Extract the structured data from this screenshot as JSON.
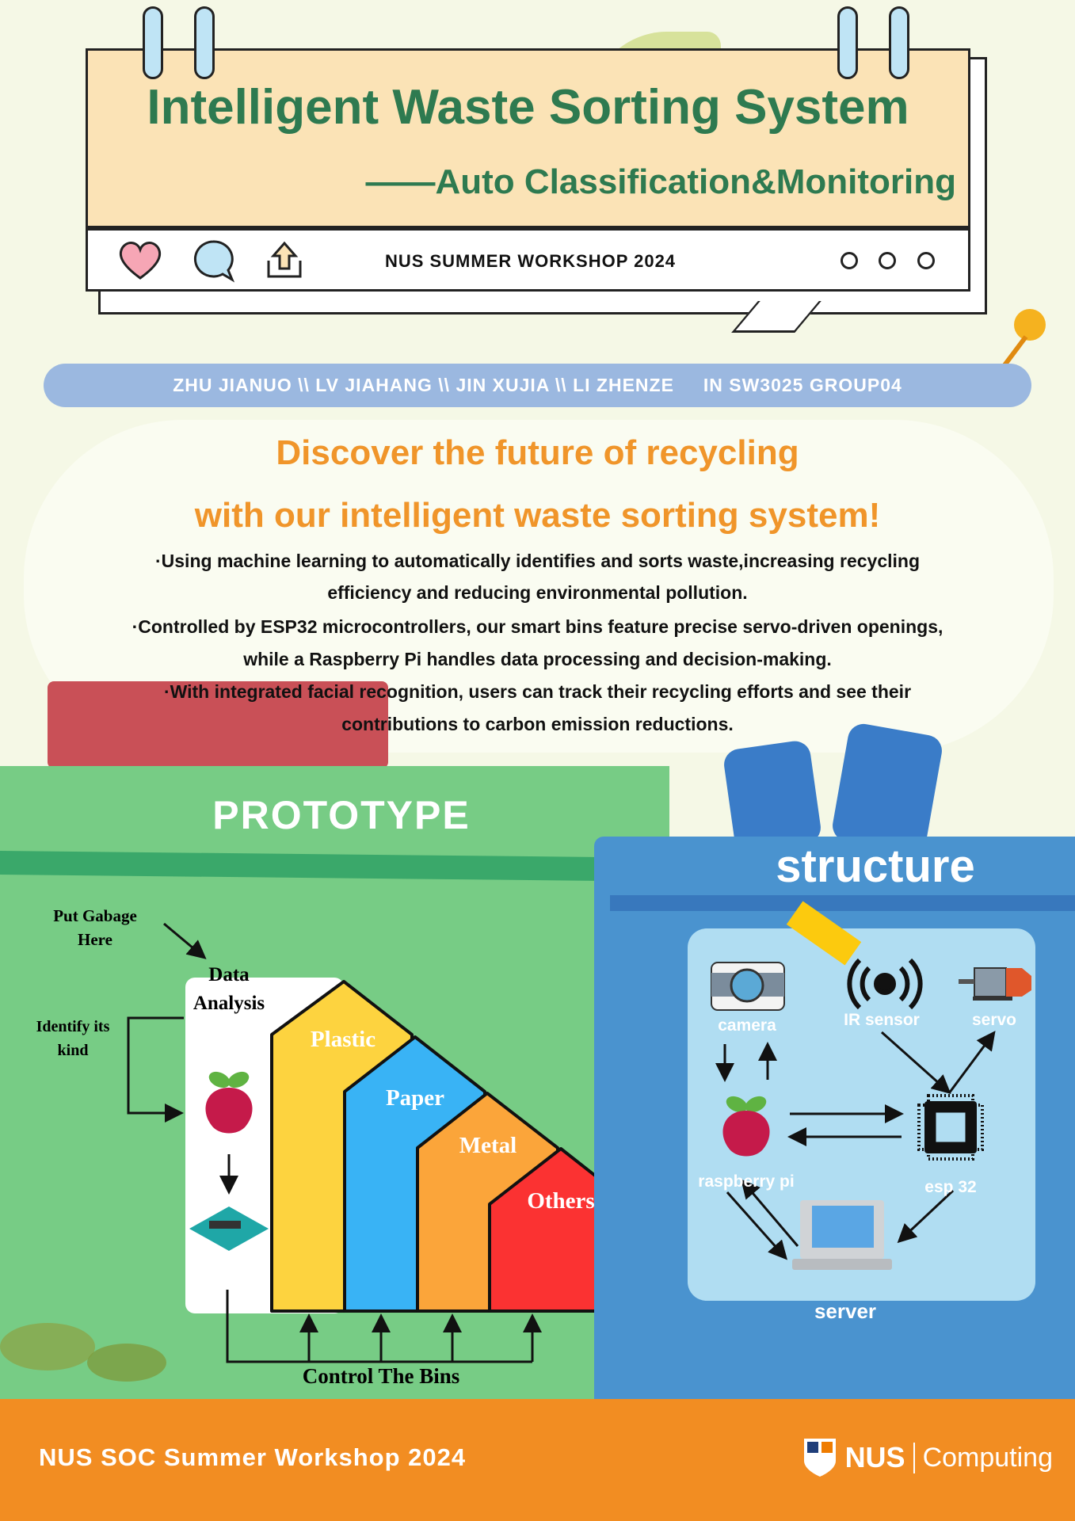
{
  "header": {
    "title": "Intelligent Waste Sorting System",
    "subtitle": "——Auto Classification&Monitoring",
    "event": "NUS SUMMER WORKSHOP 2024"
  },
  "authors": "ZHU JIANUO \\\\ LV JIAHANG \\\\ JIN XUJIA \\\\ LI ZHENZE     IN SW3025 GROUP04",
  "intro": {
    "headline_1": "Discover the future of recycling",
    "headline_2": "with our intelligent waste sorting system!",
    "bullets": [
      "·Using machine learning to automatically identifies and sorts waste,increasing recycling",
      "efficiency and reducing environmental pollution.",
      "·Controlled by ESP32 microcontrollers, our smart bins feature precise servo-driven openings,",
      "while a Raspberry Pi handles data processing and decision-making.",
      "·With integrated facial recognition, users can track their recycling efforts and see their",
      "contributions to carbon emission reductions."
    ]
  },
  "prototype": {
    "title": "PROTOTYPE",
    "put_garbage": [
      "Put Gabage",
      "Here"
    ],
    "identify": [
      "Identify its",
      "kind"
    ],
    "data_analysis": [
      "Data",
      "Analysis"
    ],
    "bins": [
      {
        "label": "Plastic",
        "color": "#fdd33f"
      },
      {
        "label": "Paper",
        "color": "#39b3f5"
      },
      {
        "label": "Metal",
        "color": "#fba53a"
      },
      {
        "label": "Others",
        "color": "#fb3232"
      }
    ],
    "control": "Control The Bins"
  },
  "structure": {
    "title": "structure",
    "nodes": {
      "camera": "camera",
      "ir": "IR sensor",
      "servo": "servo",
      "pi": "raspberry pi",
      "esp": "esp 32",
      "server": "server"
    }
  },
  "footer": {
    "text": "NUS SOC Summer Workshop 2024",
    "logo_nus": "NUS",
    "logo_computing": "Computing"
  }
}
